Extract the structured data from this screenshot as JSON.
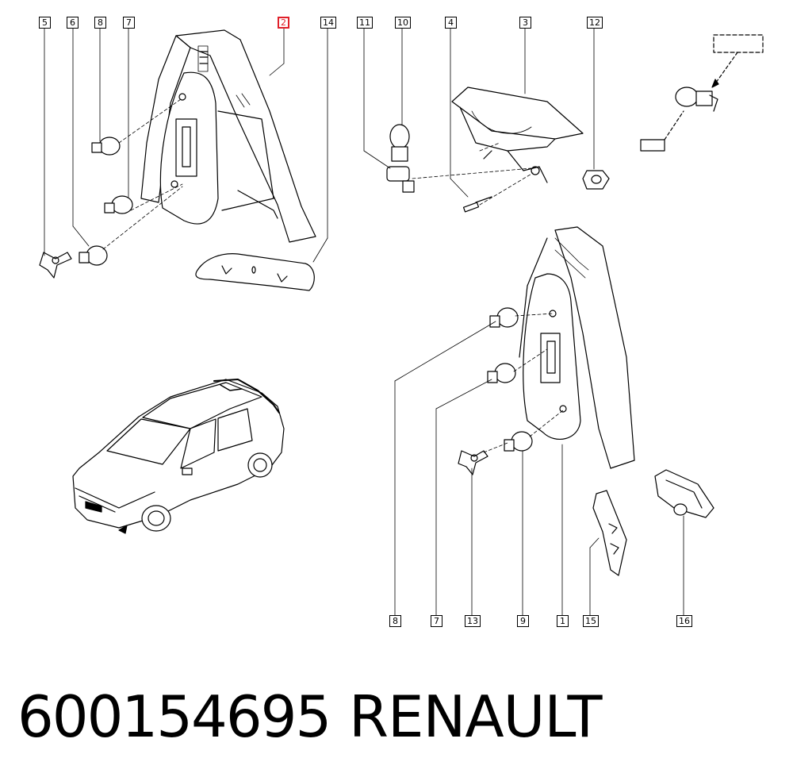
{
  "callouts_top": [
    {
      "id": "5",
      "label": "5"
    },
    {
      "id": "6",
      "label": "6"
    },
    {
      "id": "8",
      "label": "8"
    },
    {
      "id": "7",
      "label": "7"
    },
    {
      "id": "2",
      "label": "2",
      "highlighted": true
    },
    {
      "id": "14",
      "label": "14"
    },
    {
      "id": "11",
      "label": "11"
    },
    {
      "id": "10",
      "label": "10"
    },
    {
      "id": "4",
      "label": "4"
    },
    {
      "id": "3",
      "label": "3"
    },
    {
      "id": "12",
      "label": "12"
    }
  ],
  "callouts_bottom": [
    {
      "id": "8b",
      "label": "8"
    },
    {
      "id": "7b",
      "label": "7"
    },
    {
      "id": "13",
      "label": "13"
    },
    {
      "id": "9",
      "label": "9"
    },
    {
      "id": "1",
      "label": "1"
    },
    {
      "id": "15",
      "label": "15"
    },
    {
      "id": "16",
      "label": "16"
    }
  ],
  "footer": {
    "part_number": "600154695",
    "brand": "RENAULT"
  },
  "colors": {
    "highlight": "#e0202a",
    "line": "#000000",
    "background": "#ffffff"
  }
}
